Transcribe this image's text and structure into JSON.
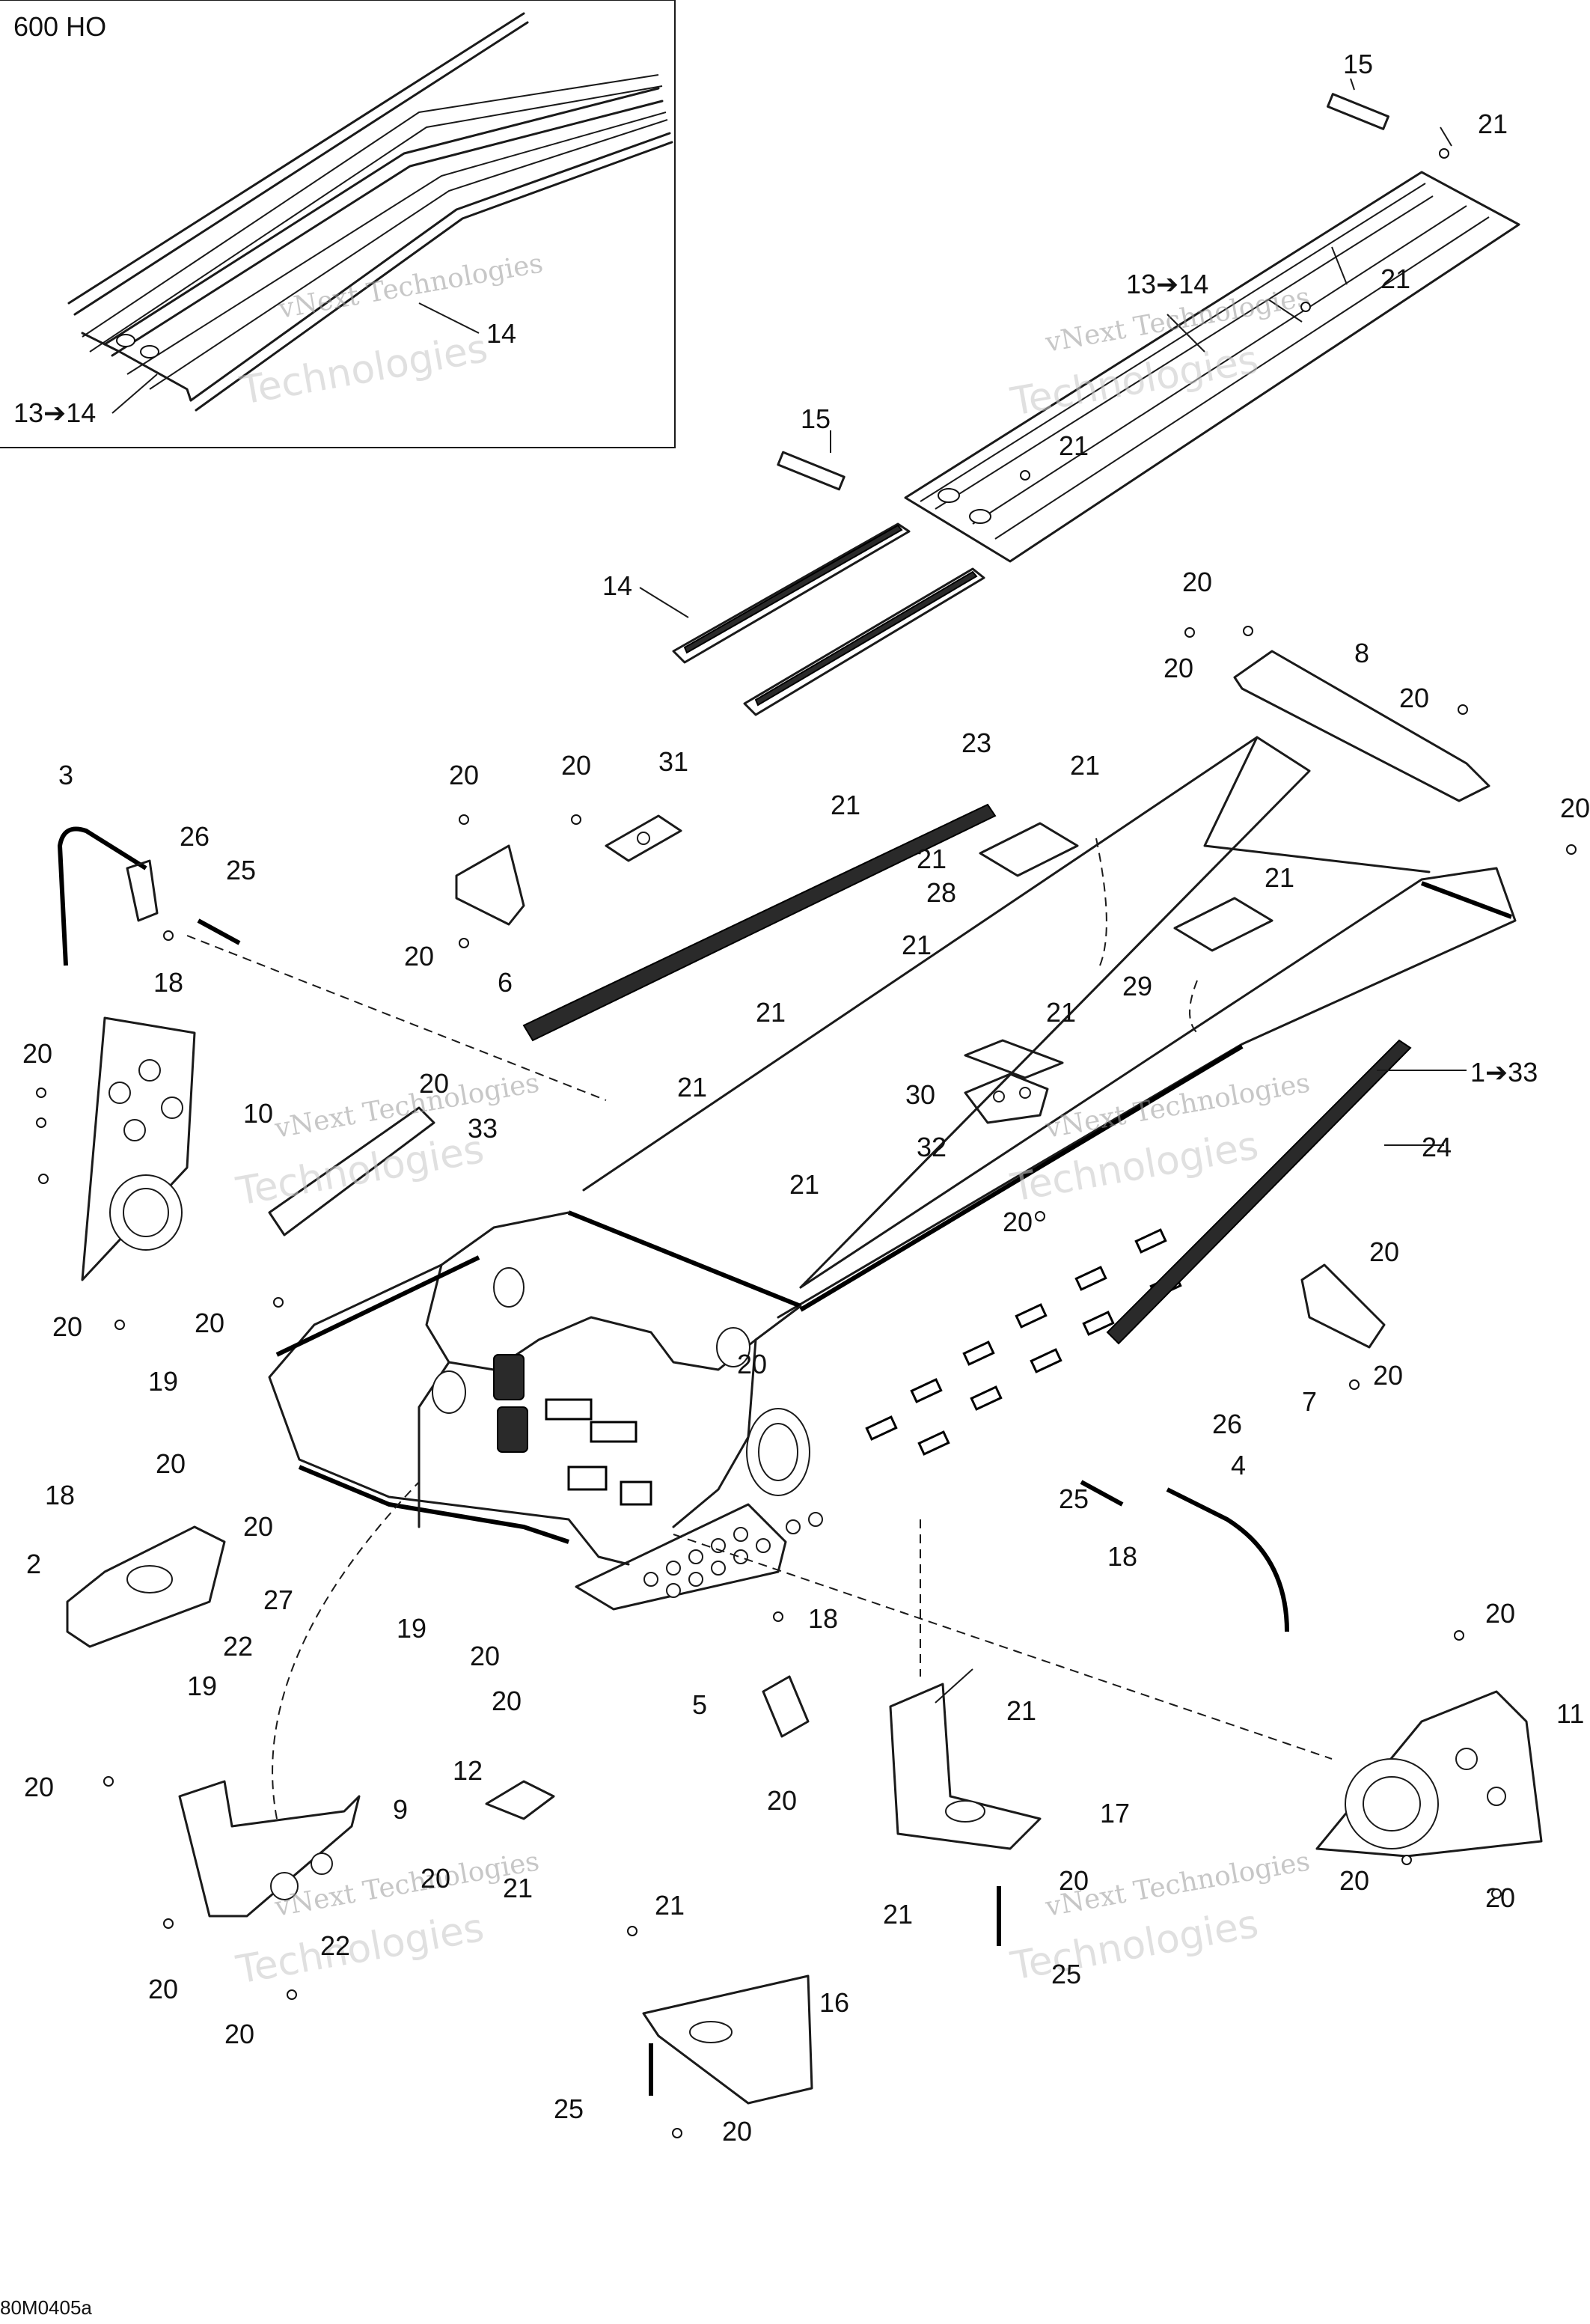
{
  "inset": {
    "title": "600 HO",
    "callouts": [
      "14",
      "13➔14"
    ]
  },
  "watermark": {
    "line1": "vNext Technologies",
    "line2": "Technologies"
  },
  "figure_code": "80M0405a",
  "callouts": {
    "c1_33": "1➔33",
    "c2": "2",
    "c3": "3",
    "c4": "4",
    "c5": "5",
    "c6": "6",
    "c7": "7",
    "c8": "8",
    "c9": "9",
    "c10": "10",
    "c11": "11",
    "c12": "12",
    "c13_14": "13➔14",
    "c14": "14",
    "c15": "15",
    "c16": "16",
    "c17": "17",
    "c18": "18",
    "c19": "19",
    "c20": "20",
    "c21": "21",
    "c22": "22",
    "c23": "23",
    "c24": "24",
    "c25": "25",
    "c26": "26",
    "c27": "27",
    "c28": "28",
    "c29": "29",
    "c30": "30",
    "c31": "31",
    "c32": "32",
    "c33": "33"
  }
}
